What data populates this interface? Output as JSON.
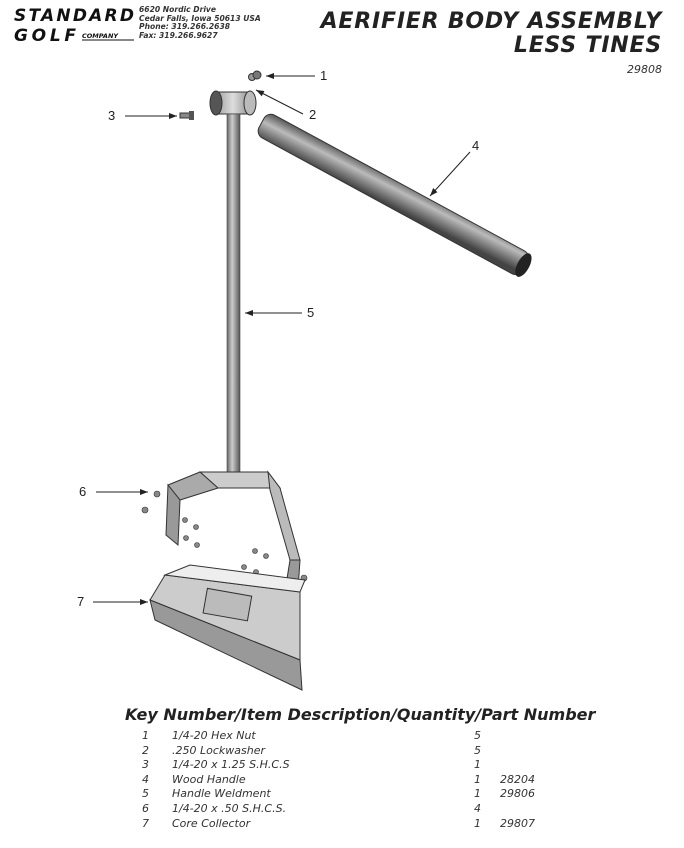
{
  "header": {
    "company": "STANDARD GOLF COMPANY",
    "address": [
      "6620 Nordic Drive",
      "Cedar Falls, Iowa  50613  USA",
      "Phone: 319.266.2638",
      "Fax: 319.266.9627"
    ],
    "title_line1": "AERIFIER BODY ASSEMBLY",
    "title_line2": "LESS TINES",
    "part_number": "29808"
  },
  "callouts": [
    "1",
    "2",
    "3",
    "4",
    "5",
    "6",
    "7"
  ],
  "table": {
    "heading": "Key Number/Item Description/Quantity/Part Number",
    "rows": [
      {
        "key": "1",
        "desc": "1/4-20 Hex Nut",
        "qty": "5",
        "part": ""
      },
      {
        "key": "2",
        "desc": ".250 Lockwasher",
        "qty": "5",
        "part": ""
      },
      {
        "key": "3",
        "desc": "1/4-20 x 1.25 S.H.C.S",
        "qty": "1",
        "part": ""
      },
      {
        "key": "4",
        "desc": "Wood Handle",
        "qty": "1",
        "part": "28204"
      },
      {
        "key": "5",
        "desc": "Handle Weldment",
        "qty": "1",
        "part": "29806"
      },
      {
        "key": "6",
        "desc": "1/4-20 x .50 S.H.C.S.",
        "qty": "4",
        "part": ""
      },
      {
        "key": "7",
        "desc": "Core Collector",
        "qty": "1",
        "part": "29807"
      }
    ]
  }
}
